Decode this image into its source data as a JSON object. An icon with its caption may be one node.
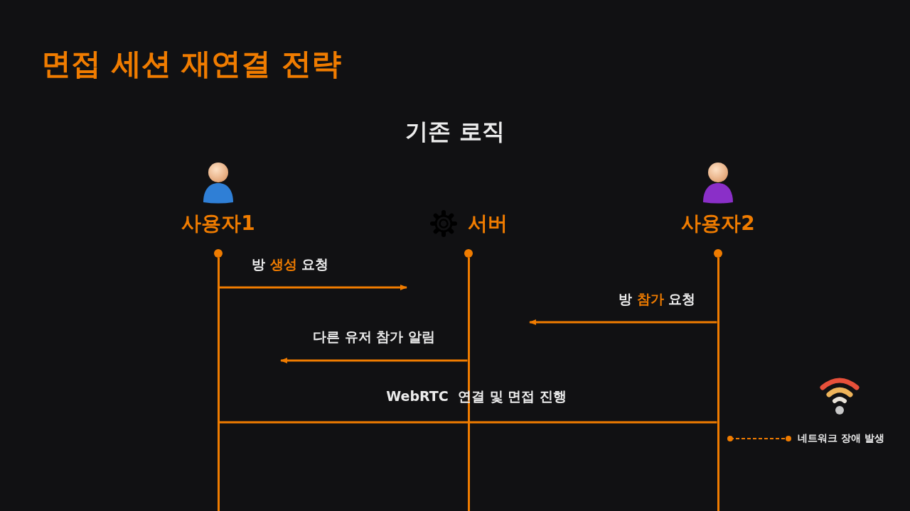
{
  "diagram": {
    "title": "면접 세션 재연결 전략",
    "nodes": [
      {
        "text": [
          "사용자1"
        ]
      },
      {
        "text": [
          "서버"
        ]
      },
      {
        "text": [
          "사용자2"
        ]
      },
      {
        "text": [],
        "shape": "bar"
      },
      {
        "text": [],
        "shape": "bar"
      },
      {
        "text": [],
        "shape": "bar"
      }
    ],
    "edges": [
      {
        "from": 3,
        "to": null,
        "arrow": "to",
        "label": "방 **생성** 요청"
      },
      {
        "from": 5,
        "to": null,
        "arrow": "to",
        "label": "방 **참가** 요청"
      },
      {
        "from": 4,
        "to": null,
        "arrow": "to",
        "label": "다른 유저 참가 알림"
      },
      {
        "from": 3,
        "to": 5,
        "arrow": "none",
        "label": "WebRTC  연결 및 면접 진행"
      }
    ],
    "labels": [
      "기존 로직"
    ],
    "legend": [
      {
        "text": "네트워크 장애 발생"
      }
    ]
  }
}
